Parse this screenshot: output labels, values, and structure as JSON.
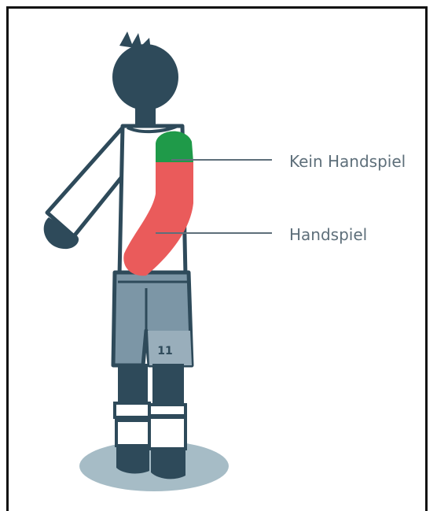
{
  "labels": {
    "no_handball": "Kein Handspiel",
    "handball": "Handspiel"
  },
  "jersey_number": "11",
  "colors": {
    "no_handball_zone": "#1f9a49",
    "handball_zone": "#ea5b5b",
    "body": "#2e4a5a",
    "shorts": "#7c96a6",
    "shadow": "#a6bcc6",
    "text": "#5e6f7a",
    "leader_line": "#5e6f7a"
  }
}
